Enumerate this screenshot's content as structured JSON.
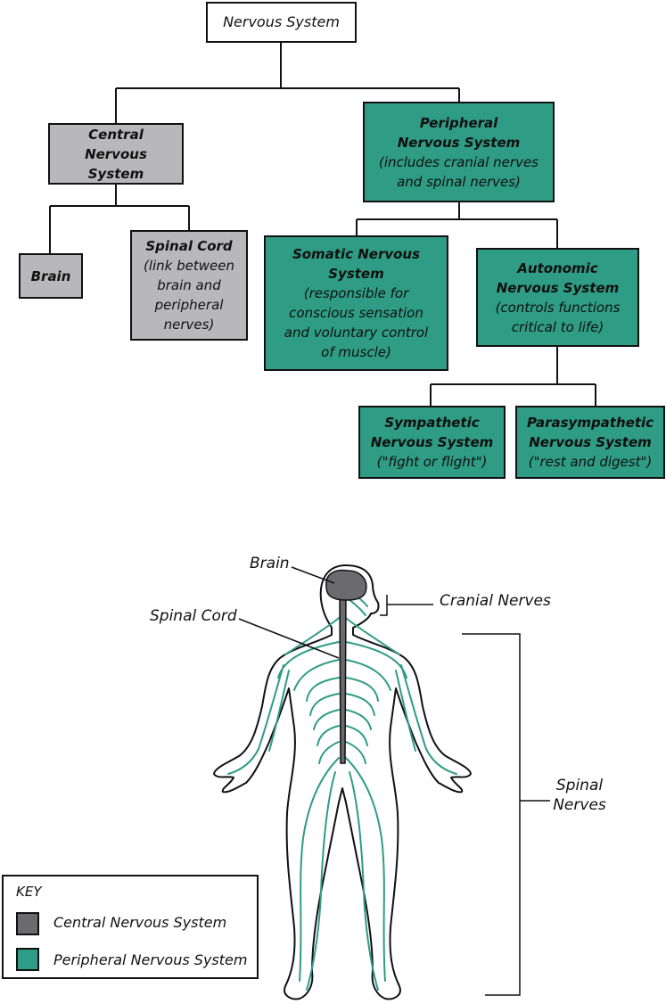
{
  "chart": {
    "nervous_system": "Nervous System",
    "cns": {
      "title": "Central Nervous System"
    },
    "brain": {
      "title": "Brain"
    },
    "spinal_cord": {
      "title": "Spinal Cord",
      "desc": "(link between brain and peripheral nerves)"
    },
    "pns": {
      "title": "Peripheral Nervous System",
      "desc": "(includes cranial nerves and spinal nerves)"
    },
    "somatic": {
      "title": "Somatic Nervous System",
      "desc": "(responsible for conscious sensation and voluntary control of muscle)"
    },
    "autonomic": {
      "title": "Autonomic Nervous System",
      "desc": "(controls functions critical to life)"
    },
    "sympathetic": {
      "title": "Sympathetic Nervous System",
      "desc": "(\"fight or flight\")"
    },
    "parasympathetic": {
      "title": "Parasympathetic Nervous System",
      "desc": "(\"rest and digest\")"
    }
  },
  "figure": {
    "brain": "Brain",
    "spinal_cord": "Spinal Cord",
    "cranial_nerves": "Cranial Nerves",
    "spinal_nerves": "Spinal Nerves"
  },
  "key": {
    "title": "KEY",
    "items": [
      {
        "label": "Central Nervous System",
        "color": "#6b6b6e"
      },
      {
        "label": "Peripheral Nervous System",
        "color": "#2f9c85"
      }
    ]
  }
}
